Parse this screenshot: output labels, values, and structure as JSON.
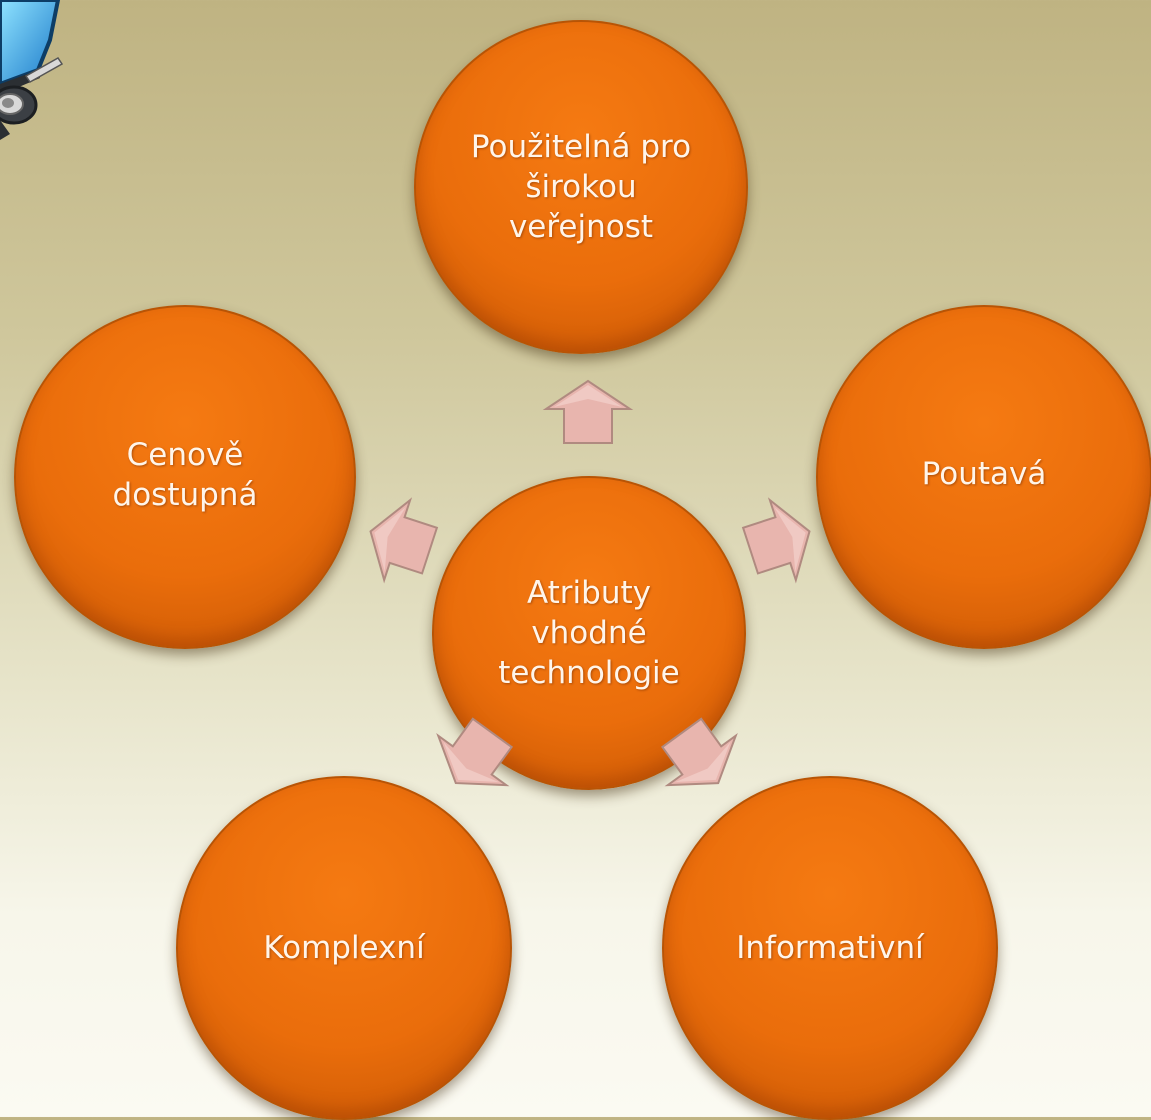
{
  "diagram": {
    "center": {
      "label": "Atributy\nvhodné\ntechnologie"
    },
    "nodes": [
      {
        "id": "top",
        "label": "Použitelná pro\nširokou\nveřejnost"
      },
      {
        "id": "right",
        "label": "Poutavá"
      },
      {
        "id": "bottom-right",
        "label": "Informativní"
      },
      {
        "id": "bottom-left",
        "label": "Komplexní"
      },
      {
        "id": "left",
        "label": "Cenově\ndostupná"
      }
    ],
    "colors": {
      "node_fill": "#ee6f0b",
      "node_border": "#b85405",
      "arrow_fill": "#e8b5ae",
      "arrow_border": "#b08a80",
      "text": "#fff5ea"
    }
  },
  "logo": {
    "icon": "monitor-logo-icon"
  }
}
